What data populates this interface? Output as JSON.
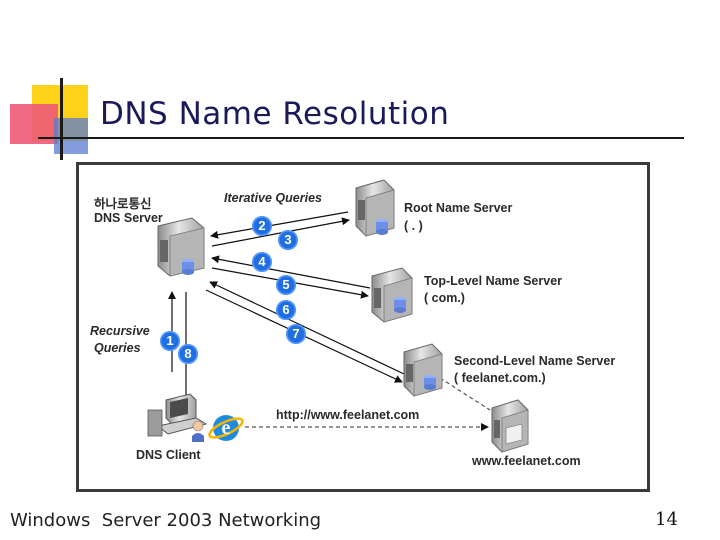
{
  "slide": {
    "title": "DNS Name Resolution",
    "footer": "Windows  Server 2003 Networking",
    "page_number": "14"
  },
  "diagram": {
    "local_server": {
      "line1": "하나로통신",
      "line2": "DNS Server"
    },
    "iterative_label": "Iterative Queries",
    "recursive_label": {
      "line1": "Recursive",
      "line2": "Queries"
    },
    "root_server": {
      "line1": "Root Name Server",
      "line2": "( . )"
    },
    "tld_server": {
      "line1": "Top-Level Name Server",
      "line2": "( com.)"
    },
    "sld_server": {
      "line1": "Second-Level Name Server",
      "line2": "( feelanet.com.)"
    },
    "url": "http://www.feelanet.com",
    "client_label": "DNS Client",
    "web_host": "www.feelanet.com",
    "steps": [
      "1",
      "2",
      "3",
      "4",
      "5",
      "6",
      "7",
      "8"
    ]
  }
}
